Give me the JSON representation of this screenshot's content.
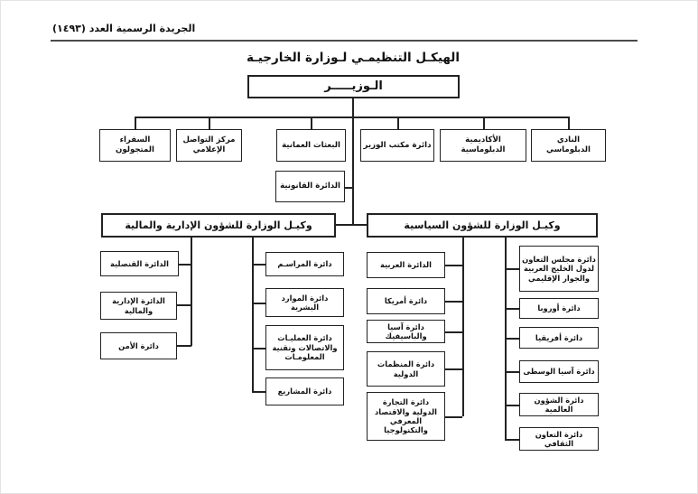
{
  "header": {
    "gazette_issue": "الجريدة الرسمية العدد (١٤٩٣)"
  },
  "title": "الهيكـل التنظيمـي لـوزارة الخارجيـة",
  "org": {
    "minister": "الـوزيـــــر",
    "minister_direct": {
      "club": "النادي الدبلوماسي",
      "academy": "الأكاديمية الدبلوماسية",
      "minister_office": "دائرة مكتب الوزير",
      "omani_missions": "البعثات العمانية",
      "media_center": "مركز التواصل الإعلامي",
      "roving_ambassadors": "السفراء المتجولون",
      "legal": "الدائرة القانونية"
    },
    "admin_deputy": {
      "label": "وكيـل الوزارة للشؤون الإدارية والمالية",
      "departments": {
        "consular": "الدائرة القنصلية",
        "admin_financial": "الدائرة الإدارية والمالية",
        "security": "دائرة الأمن",
        "protocol": "دائرة المراسـم",
        "hr": "دائرة الموارد البشرية",
        "operations": "دائرة العمليـات والاتصالات وتقنية المعلومـات",
        "projects": "دائرة المشاريع"
      }
    },
    "political_deputy": {
      "label": "وكيـل الوزارة للشؤون السياسية",
      "departments": {
        "arab": "الدائرة العربية",
        "america": "دائرة أمريكا",
        "asia_pacific": "دائرة آسيا والباسيفيك",
        "intl_orgs": "دائرة المنظمات الدولية",
        "intl_trade": "دائرة التجارة الدولية والاقتصاد المعرفي والتكنولوجيا",
        "gcc": "دائرة مجلس التعاون لدول الخليج العربية والجوار الإقليمي",
        "europe": "دائرة أوروبا",
        "africa": "دائرة أفريقيا",
        "central_asia": "دائرة آسيا الوسطى",
        "global_affairs": "دائرة الشؤون العالمية",
        "cultural": "دائرة التعاون الثقافي"
      }
    }
  },
  "colors": {
    "line": "#222222",
    "text": "#111111",
    "background": "#ffffff"
  }
}
